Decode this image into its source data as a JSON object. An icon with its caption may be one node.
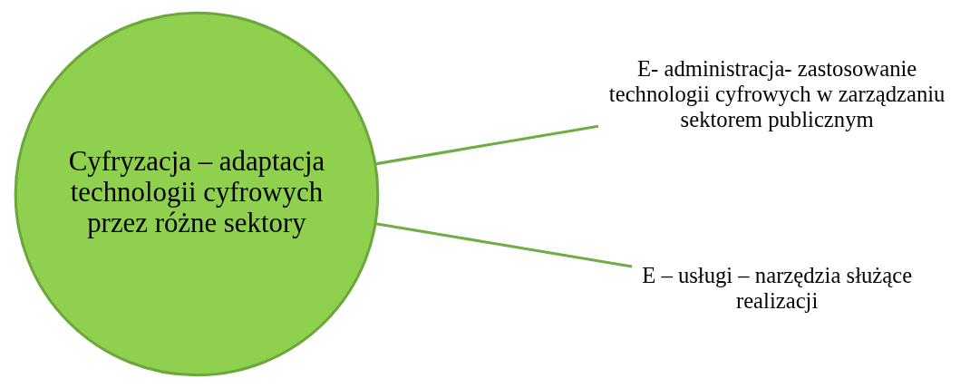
{
  "diagram": {
    "nodes": [
      {
        "text": [
          "Cyfryzacja – adaptacja technologii cyfrowych przez różne sektory"
        ]
      },
      {
        "text": [
          "E- administracja- zastosowanie technologii cyfrowych w zarządzaniu sektorem publicznym"
        ]
      },
      {
        "text": [
          "E – usługi – narzędzia służące realizacji"
        ]
      }
    ],
    "edges": [
      {
        "from": 0,
        "to": 1,
        "arrow": "none"
      },
      {
        "from": 0,
        "to": 2,
        "arrow": "none"
      }
    ]
  }
}
